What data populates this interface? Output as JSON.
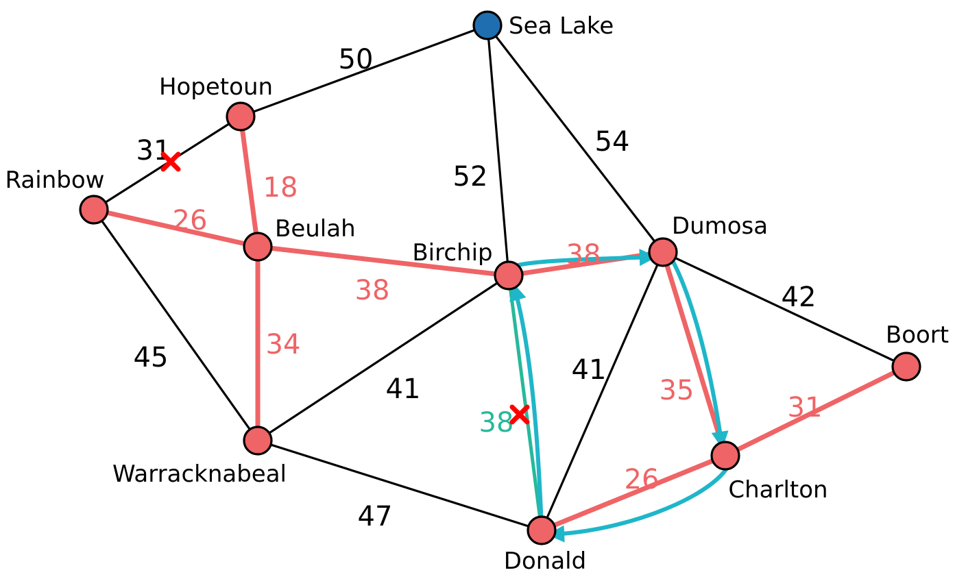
{
  "colors": {
    "black_edge": "#000000",
    "tree_edge": "#ef6466",
    "candidate_edge": "#26b99a",
    "path_arrow": "#1fb6c9",
    "node_fill": "#ef6466",
    "source_fill": "#1f6fb0",
    "cross": "#ff0000"
  },
  "nodes": [
    {
      "id": "sea_lake",
      "label": "Sea Lake",
      "type": "source"
    },
    {
      "id": "hopetoun",
      "label": "Hopetoun",
      "type": "normal"
    },
    {
      "id": "rainbow",
      "label": "Rainbow",
      "type": "normal"
    },
    {
      "id": "beulah",
      "label": "Beulah",
      "type": "normal"
    },
    {
      "id": "birchip",
      "label": "Birchip",
      "type": "normal"
    },
    {
      "id": "dumosa",
      "label": "Dumosa",
      "type": "normal"
    },
    {
      "id": "boort",
      "label": "Boort",
      "type": "normal"
    },
    {
      "id": "warracknabeal",
      "label": "Warracknabeal",
      "type": "normal"
    },
    {
      "id": "charlton",
      "label": "Charlton",
      "type": "normal"
    },
    {
      "id": "donald",
      "label": "Donald",
      "type": "normal"
    }
  ],
  "edges": [
    {
      "id": "hopetoun-sealake",
      "from": "hopetoun",
      "to": "sea_lake",
      "weight": "50",
      "style": "black"
    },
    {
      "id": "birchip-sealake",
      "from": "birchip",
      "to": "sea_lake",
      "weight": "52",
      "style": "black"
    },
    {
      "id": "dumosa-sealake",
      "from": "dumosa",
      "to": "sea_lake",
      "weight": "54",
      "style": "black"
    },
    {
      "id": "rainbow-hopetoun",
      "from": "rainbow",
      "to": "hopetoun",
      "weight": "31",
      "style": "black",
      "crossed": true
    },
    {
      "id": "rainbow-warracknabeal",
      "from": "rainbow",
      "to": "warracknabeal",
      "weight": "45",
      "style": "black"
    },
    {
      "id": "warracknabeal-birchip",
      "from": "warracknabeal",
      "to": "birchip",
      "weight": "41",
      "style": "black"
    },
    {
      "id": "warracknabeal-donald",
      "from": "warracknabeal",
      "to": "donald",
      "weight": "47",
      "style": "black"
    },
    {
      "id": "donald-dumosa",
      "from": "donald",
      "to": "dumosa",
      "weight": "41",
      "style": "black"
    },
    {
      "id": "dumosa-boort",
      "from": "dumosa",
      "to": "boort",
      "weight": "42",
      "style": "black"
    },
    {
      "id": "hopetoun-beulah",
      "from": "hopetoun",
      "to": "beulah",
      "weight": "18",
      "style": "tree"
    },
    {
      "id": "rainbow-beulah",
      "from": "rainbow",
      "to": "beulah",
      "weight": "26",
      "style": "tree"
    },
    {
      "id": "beulah-birchip",
      "from": "beulah",
      "to": "birchip",
      "weight": "38",
      "style": "tree"
    },
    {
      "id": "beulah-warracknabeal",
      "from": "beulah",
      "to": "warracknabeal",
      "weight": "34",
      "style": "tree"
    },
    {
      "id": "birchip-dumosa",
      "from": "birchip",
      "to": "dumosa",
      "weight": "38",
      "style": "tree"
    },
    {
      "id": "dumosa-charlton",
      "from": "dumosa",
      "to": "charlton",
      "weight": "35",
      "style": "tree"
    },
    {
      "id": "charlton-boort",
      "from": "charlton",
      "to": "boort",
      "weight": "31",
      "style": "tree"
    },
    {
      "id": "charlton-donald",
      "from": "charlton",
      "to": "donald",
      "weight": "26",
      "style": "tree"
    },
    {
      "id": "birchip-donald",
      "from": "birchip",
      "to": "donald",
      "weight": "38",
      "style": "candidate",
      "crossed": true
    }
  ],
  "cycle_path": [
    "donald",
    "birchip",
    "dumosa",
    "charlton",
    "donald"
  ]
}
